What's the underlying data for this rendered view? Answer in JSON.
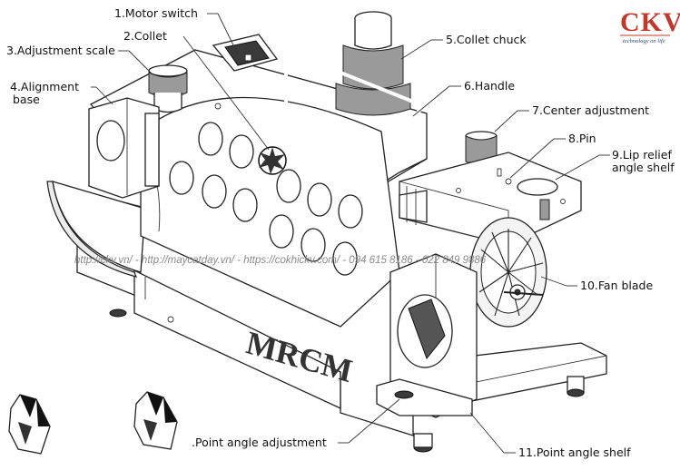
{
  "logo": {
    "text": "CKV",
    "tagline": "technology on life",
    "accent_color": "#c0392b"
  },
  "machine": {
    "brand_mark": "MRCM"
  },
  "watermark": {
    "text": "http://ckv.vn/ - http://maycatday.vn/ - https://cokhickv.com/ - 094 615 8186 - 022 849 9886"
  },
  "labels": [
    {
      "id": "motor-switch",
      "text": "1.Motor switch"
    },
    {
      "id": "collet",
      "text": "2.Collet"
    },
    {
      "id": "adjustment-scale",
      "text": "3.Adjustment scale"
    },
    {
      "id": "alignment-base-1",
      "text": "4.Alignment"
    },
    {
      "id": "alignment-base-2",
      "text": "base"
    },
    {
      "id": "collet-chuck",
      "text": "5.Collet chuck"
    },
    {
      "id": "handle",
      "text": "6.Handle"
    },
    {
      "id": "center-adjustment",
      "text": "7.Center adjustment"
    },
    {
      "id": "pin",
      "text": "8.Pin"
    },
    {
      "id": "lip-relief-1",
      "text": "9.Lip relief"
    },
    {
      "id": "lip-relief-2",
      "text": "angle shelf"
    },
    {
      "id": "fan-blade",
      "text": "10.Fan blade"
    },
    {
      "id": "point-angle-adjustment",
      "text": ".Point angle adjustment"
    },
    {
      "id": "point-angle-shelf",
      "text": "11.Point angle shelf"
    }
  ]
}
